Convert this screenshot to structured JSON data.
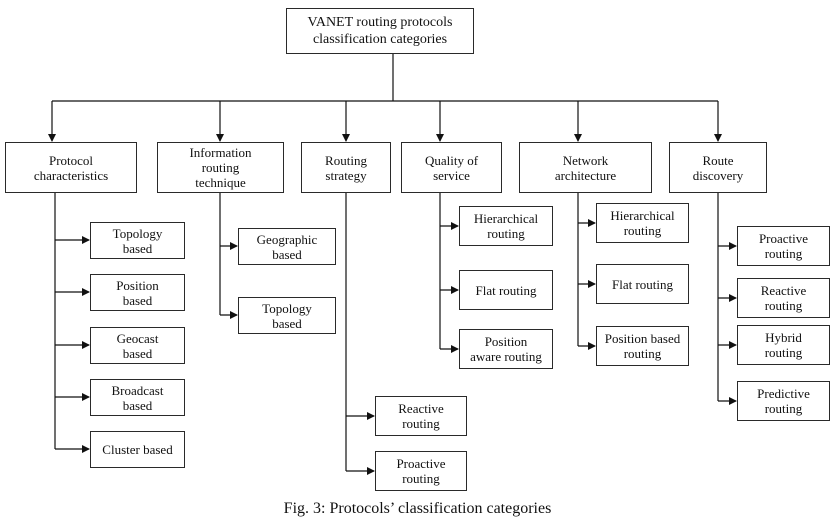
{
  "root": {
    "label": "VANET routing protocols\nclassification categories"
  },
  "categories": [
    {
      "label": "Protocol\ncharacteristics",
      "items": [
        "Topology\nbased",
        "Position\nbased",
        "Geocast\nbased",
        "Broadcast\nbased",
        "Cluster based"
      ]
    },
    {
      "label": "Information\nrouting\ntechnique",
      "items": [
        "Geographic\nbased",
        "Topology\nbased"
      ]
    },
    {
      "label": "Routing\nstrategy",
      "items": [
        "Reactive\nrouting",
        "Proactive\nrouting"
      ]
    },
    {
      "label": "Quality of\nservice",
      "items": [
        "Hierarchical\nrouting",
        "Flat routing",
        "Position\naware routing"
      ]
    },
    {
      "label": "Network\narchitecture",
      "items": [
        "Hierarchical\nrouting",
        "Flat routing",
        "Position based\nrouting"
      ]
    },
    {
      "label": "Route\ndiscovery",
      "items": [
        "Proactive\nrouting",
        "Reactive\nrouting",
        "Hybrid\nrouting",
        "Predictive\nrouting"
      ]
    }
  ],
  "caption": "Fig. 3: Protocols’ classification categories"
}
